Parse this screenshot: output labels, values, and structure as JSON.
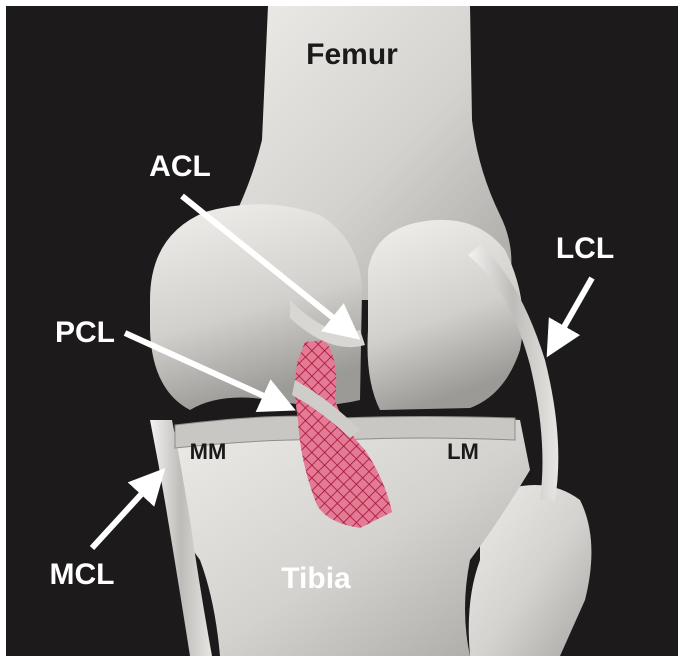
{
  "labels": {
    "femur": "Femur",
    "acl": "ACL",
    "lcl": "LCL",
    "pcl": "PCL",
    "mm": "MM",
    "lm": "LM",
    "mcl": "MCL",
    "tibia": "Tibia"
  },
  "colors": {
    "background": "#1c1a1b",
    "bone": "#d8d6d3",
    "label_on_dark": "#ffffff",
    "label_on_bone": "#1a1a1a",
    "graft_hatch": "#b0153f",
    "graft_fill": "#e06a86",
    "arrow": "#ffffff"
  }
}
